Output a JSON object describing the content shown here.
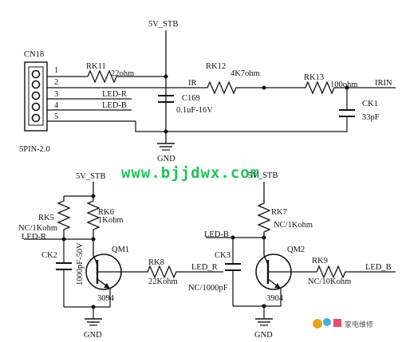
{
  "power_top": "5V_STB",
  "connector": {
    "ref": "CN18",
    "type": "5PIN-2.0",
    "pins": [
      "1",
      "2",
      "3",
      "4",
      "5"
    ]
  },
  "signals": {
    "ir": "IR",
    "irin": "IRIN",
    "led_r": "LED-R",
    "led_b": "LED-B",
    "led_r_out": "LED_R",
    "led_b_out": "LED_B"
  },
  "parts": {
    "rk11": {
      "ref": "RK11",
      "value": "22ohm"
    },
    "rk12": {
      "ref": "RK12",
      "value": "4K7ohm"
    },
    "rk13": {
      "ref": "RK13",
      "value": "100ohm"
    },
    "c169": {
      "ref": "C169",
      "value": "0.1uF-16V"
    },
    "ck1": {
      "ref": "CK1",
      "value": "33pF"
    },
    "rk5": {
      "ref": "RK5",
      "value": "NC/1Kohm"
    },
    "rk6": {
      "ref": "RK6",
      "value": "1Kohm"
    },
    "ck2": {
      "ref": "CK2",
      "value": "1000pF-50V"
    },
    "qm1": {
      "ref": "QM1",
      "value": "3094"
    },
    "rk8": {
      "ref": "RK8",
      "value": "22Kohm"
    },
    "rk7": {
      "ref": "RK7",
      "value": "NC/1Kohm"
    },
    "ck3": {
      "ref": "CK3",
      "value": "NC/1000pF"
    },
    "qm2": {
      "ref": "QM2",
      "value": "3904"
    },
    "rk9": {
      "ref": "RK9",
      "value": "NC/10Kohm"
    }
  },
  "power_left": "5V_STB",
  "power_right": "5V_STB",
  "ground_top": "GND",
  "ground_left": "GND",
  "ground_right": "GND",
  "watermark": {
    "url": "www.bjjdwx.com",
    "footer": "家电维修"
  }
}
